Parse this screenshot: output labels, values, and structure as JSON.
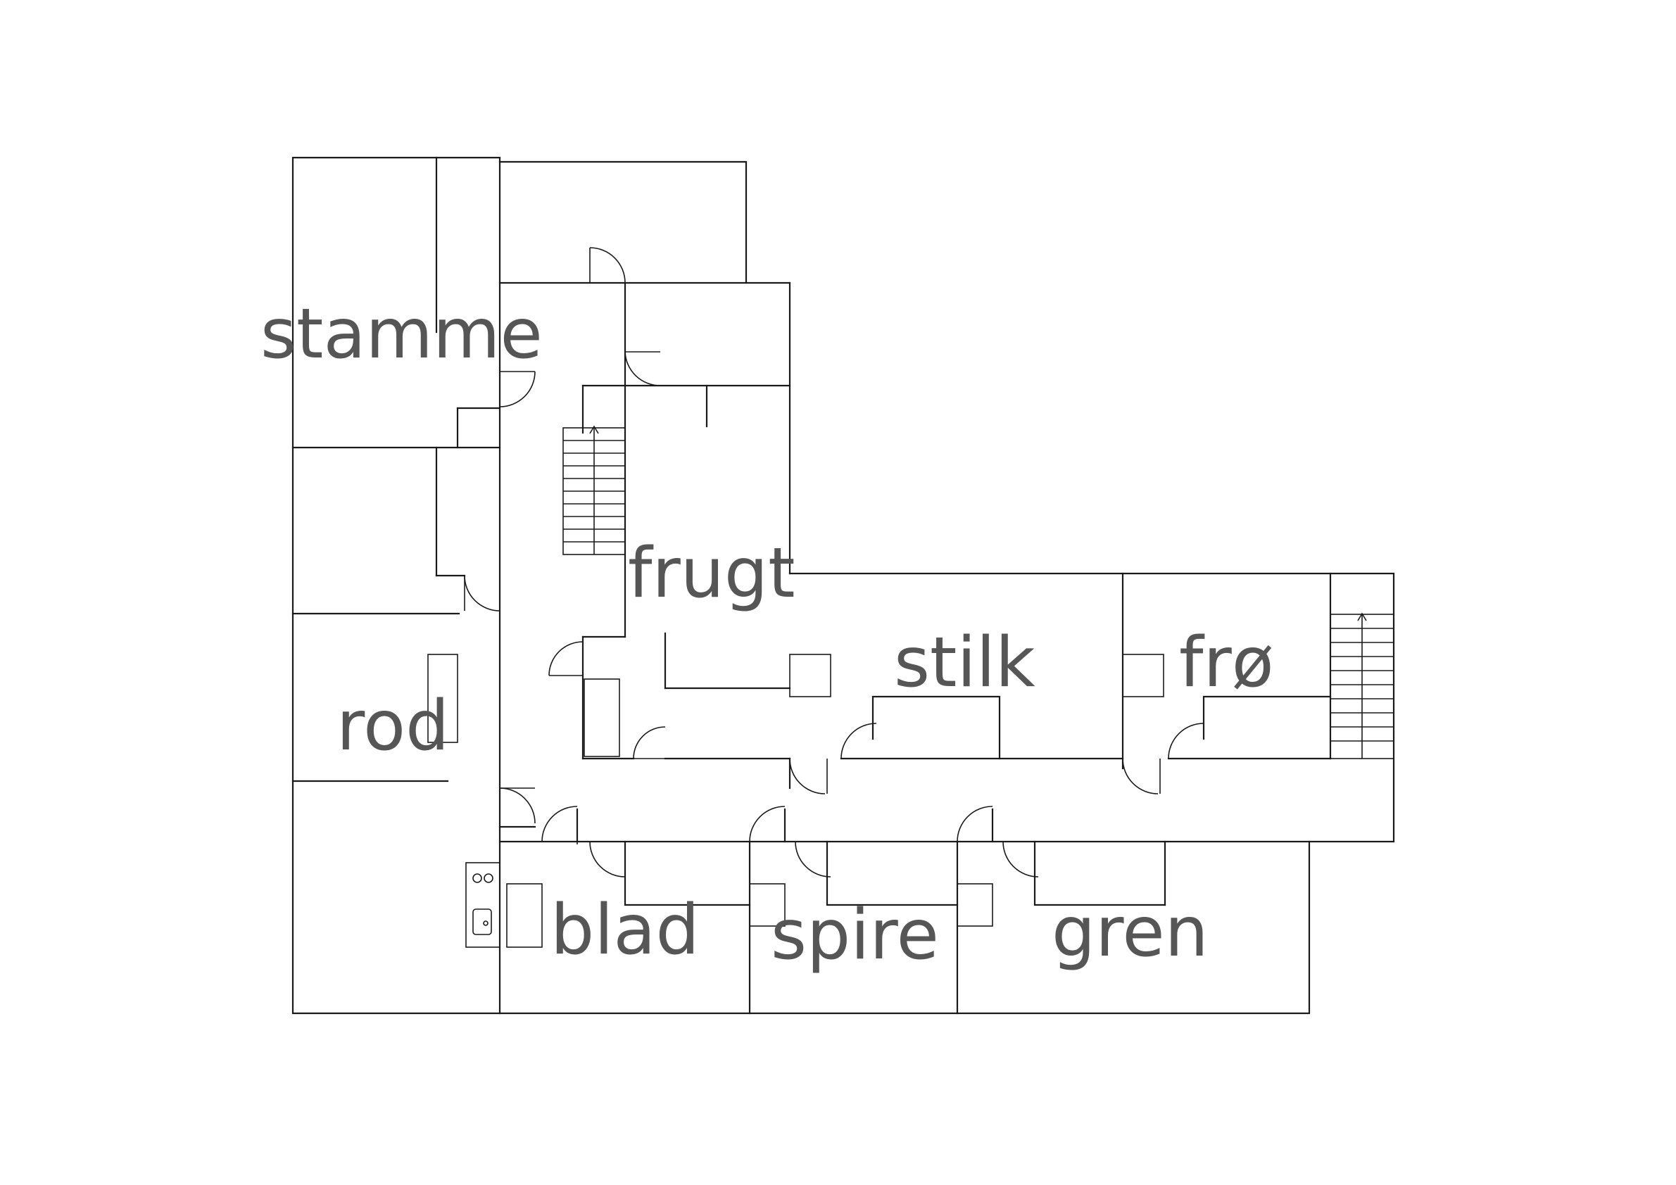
{
  "rooms": {
    "stamme": "stamme",
    "frugt": "frugt",
    "stilk": "stilk",
    "fro": "frø",
    "rod": "rod",
    "blad": "blad",
    "spire": "spire",
    "gren": "gren"
  }
}
